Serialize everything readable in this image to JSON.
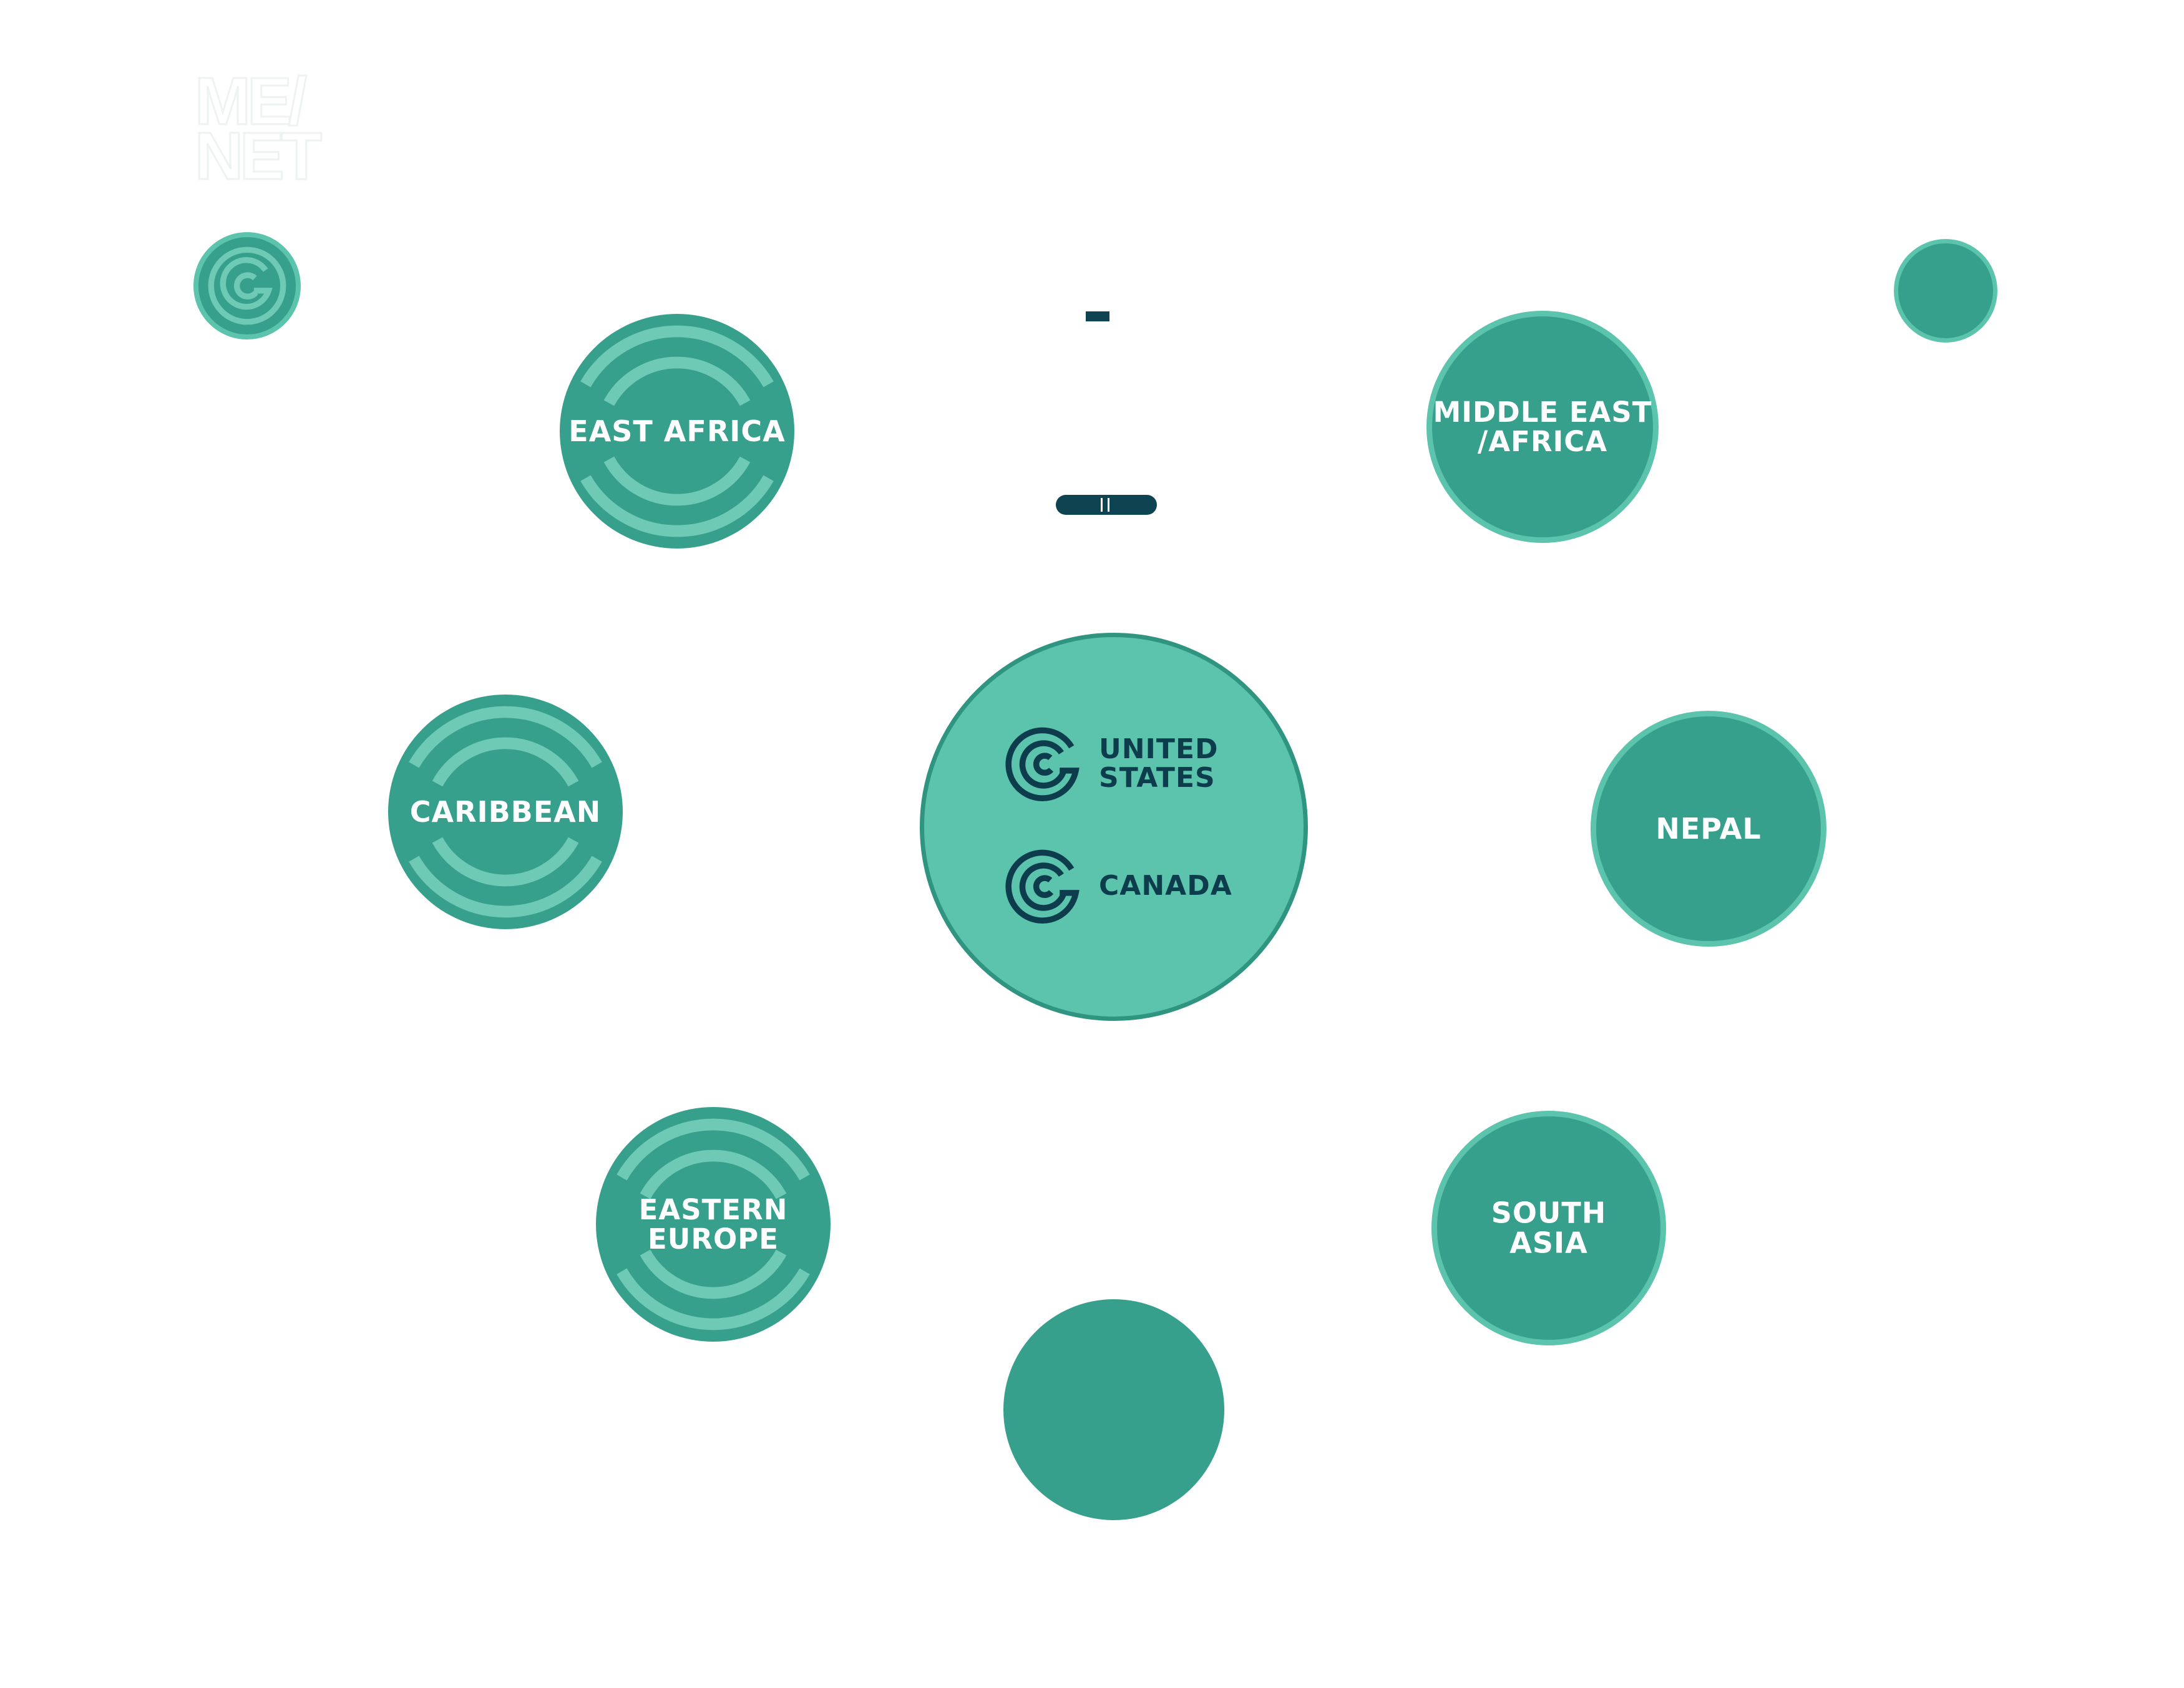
{
  "colors": {
    "node_fill": "#36a08c",
    "node_ring_light": "#5cc3ac",
    "center_fill": "#5cc3ac",
    "center_border": "#2f9580",
    "center_text": "#0d3d4c",
    "dark_accent": "#0e4452",
    "label_text": "#ffffff"
  },
  "ghost_title": {
    "line1": "ME/",
    "line2": "NET"
  },
  "center": {
    "items": [
      {
        "icon": "c-logo-icon",
        "line1": "UNITED",
        "line2": "STATES"
      },
      {
        "icon": "c-logo-icon",
        "line1": "CANADA",
        "line2": ""
      }
    ]
  },
  "nodes": {
    "east_africa": {
      "line1": "EAST AFRICA",
      "line2": ""
    },
    "middle_east": {
      "line1": "MIDDLE EAST",
      "line2": "/AFRICA"
    },
    "caribbean": {
      "line1": "CARIBBEAN",
      "line2": ""
    },
    "nepal": {
      "line1": "NEPAL",
      "line2": ""
    },
    "eastern_europe": {
      "line1": "EASTERN",
      "line2": "EUROPE"
    },
    "south_asia": {
      "line1": "SOUTH",
      "line2": "ASIA"
    }
  }
}
